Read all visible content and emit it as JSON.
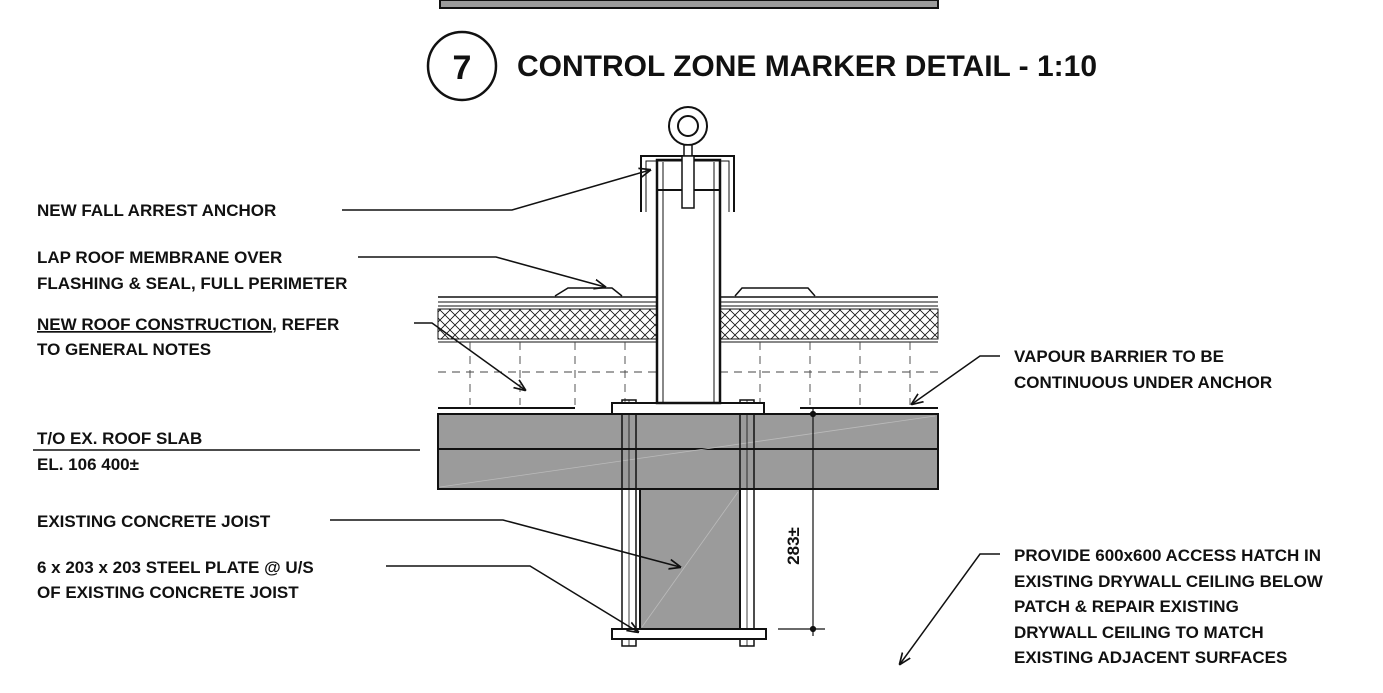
{
  "title": {
    "number": "7",
    "text": "CONTROL ZONE MARKER DETAIL - 1:10"
  },
  "labels": {
    "fall_anchor": "NEW FALL ARREST ANCHOR",
    "membrane_line1": "LAP ROOF MEMBRANE OVER",
    "membrane_line2": "FLASHING & SEAL, FULL PERIMETER",
    "roof_line1a": "NEW ROOF CONSTRUCTION",
    "roof_line1b": ", REFER",
    "roof_line2": "TO GENERAL NOTES",
    "slab_line1": "T/O EX. ROOF SLAB",
    "slab_line2": "EL. 106 400±",
    "joist": "EXISTING CONCRETE JOIST",
    "plate_line1": "6 x 203 x 203 STEEL PLATE @ U/S",
    "plate_line2": "OF EXISTING CONCRETE JOIST",
    "vapour_line1": "VAPOUR BARRIER TO BE",
    "vapour_line2": "CONTINUOUS UNDER ANCHOR",
    "hatch_line1": "PROVIDE 600x600 ACCESS HATCH IN",
    "hatch_line2": "EXISTING DRYWALL CEILING BELOW",
    "hatch_line3": "PATCH & REPAIR EXISTING",
    "hatch_line4": "DRYWALL CEILING TO MATCH",
    "hatch_line5": "EXISTING ADJACENT SURFACES"
  },
  "dimension": {
    "value": "283±"
  },
  "colors": {
    "line": "#111111",
    "concrete": "#9b9b9b",
    "insulation_bg": "#ffffff"
  }
}
